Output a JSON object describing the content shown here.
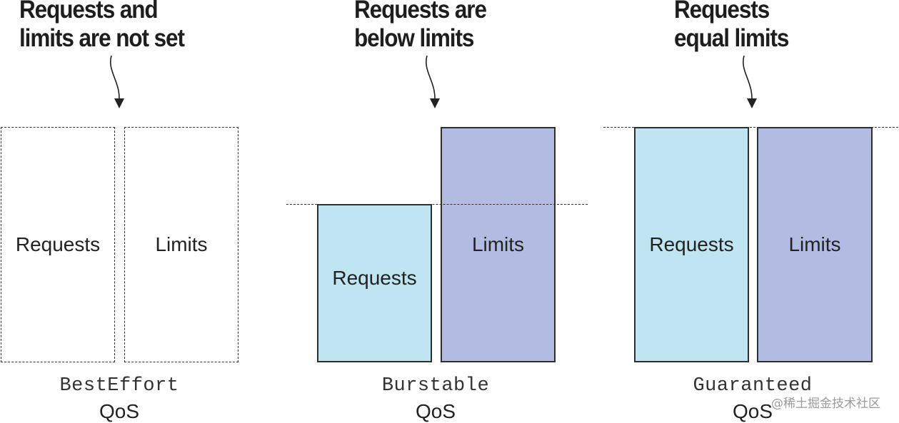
{
  "columns": [
    {
      "heading": [
        "Requests and",
        "limits are not set"
      ],
      "requests_label": "Requests",
      "limits_label": "Limits",
      "qos_class": "BestEffort",
      "qos_word": "QoS"
    },
    {
      "heading": [
        "Requests are",
        "below limits"
      ],
      "requests_label": "Requests",
      "limits_label": "Limits",
      "qos_class": "Burstable",
      "qos_word": "QoS"
    },
    {
      "heading": [
        "Requests",
        "equal limits"
      ],
      "requests_label": "Requests",
      "limits_label": "Limits",
      "qos_class": "Guaranteed",
      "qos_word": "QoS"
    }
  ],
  "watermark": "@稀土掘金技术社区",
  "colors": {
    "requests_fill": "#bfe4f2",
    "limits_fill": "#b2bce2",
    "outline": "#2e2e2e"
  }
}
